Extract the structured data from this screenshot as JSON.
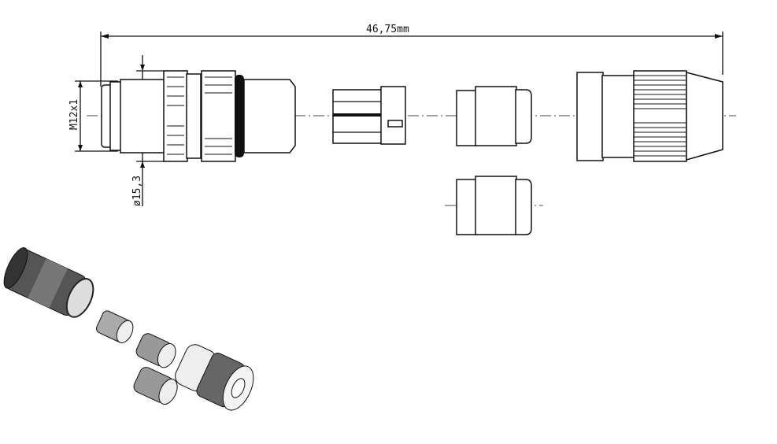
{
  "drawing": {
    "overall_length": "46,75mm",
    "thread_label": "M12x1",
    "diameter_label": "ø15,3"
  }
}
